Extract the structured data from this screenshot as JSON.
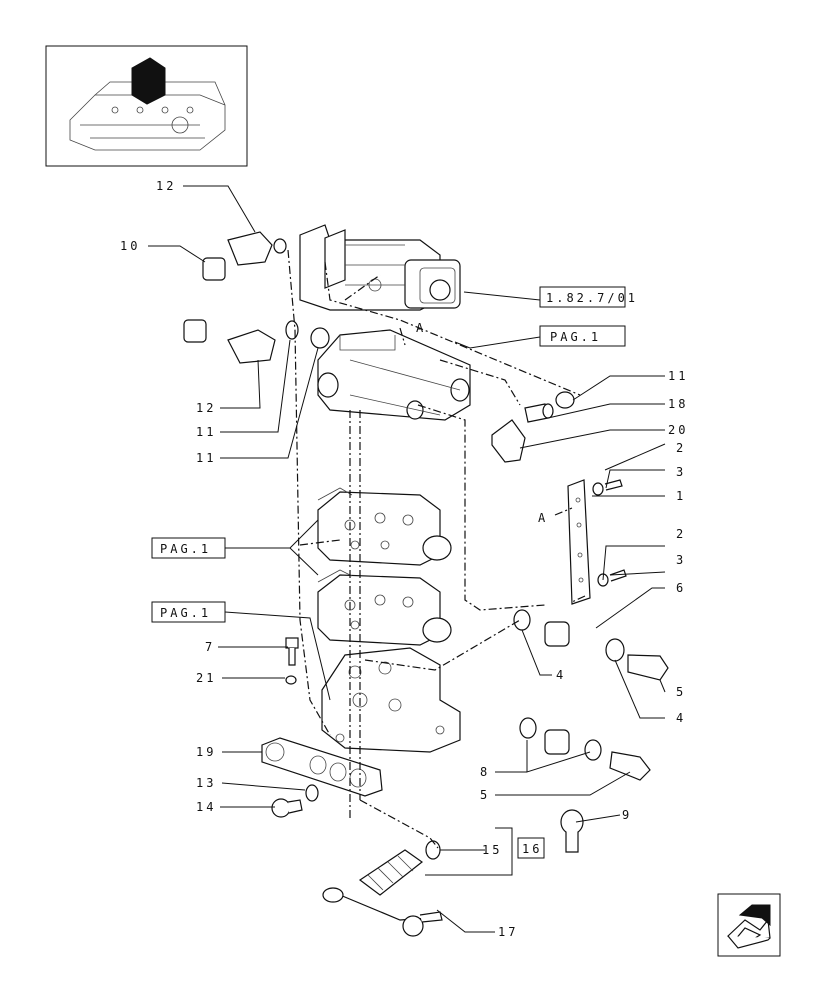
{
  "labels": {
    "l1": "1",
    "l2a": "2",
    "l2b": "2",
    "l3a": "3",
    "l3b": "3",
    "l4a": "4",
    "l4b": "4",
    "l5a": "5",
    "l5b": "5",
    "l6": "6",
    "l7": "7",
    "l8": "8",
    "l9": "9",
    "l10": "10",
    "l11a": "11",
    "l11b": "11",
    "l11c": "11",
    "l12a": "12",
    "l12b": "12",
    "l13": "13",
    "l14": "14",
    "l15": "15",
    "l17": "17",
    "l18": "18",
    "l19": "19",
    "l20": "20",
    "l21": "21",
    "refA1": "A",
    "refA2": "A"
  },
  "refboxes": {
    "ref_18207": "1.82.7/01",
    "ref_pag_top": "PAG.1",
    "ref_pag_mid": "PAG.1",
    "ref_pag_low": "PAG.1",
    "ref_16": "16"
  },
  "icons": {
    "thumbnail": "housing-thumbnail-icon",
    "nav": "next-page-arrow-icon"
  }
}
